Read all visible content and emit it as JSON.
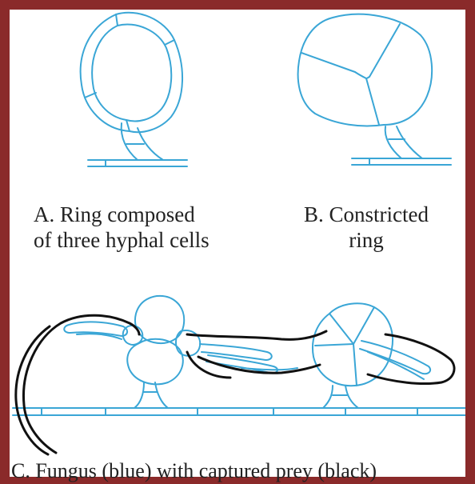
{
  "colors": {
    "frame": "#8a2a2a",
    "background": "#ffffff",
    "fungus": "#3aa6d6",
    "prey": "#111111",
    "text": "#222222"
  },
  "captions": {
    "a_line1": "A. Ring composed",
    "a_line2": "of three hyphal cells",
    "b_line1": "B. Constricted",
    "b_line2": "ring",
    "c": "C. Fungus (blue) with captured prey (black)"
  }
}
